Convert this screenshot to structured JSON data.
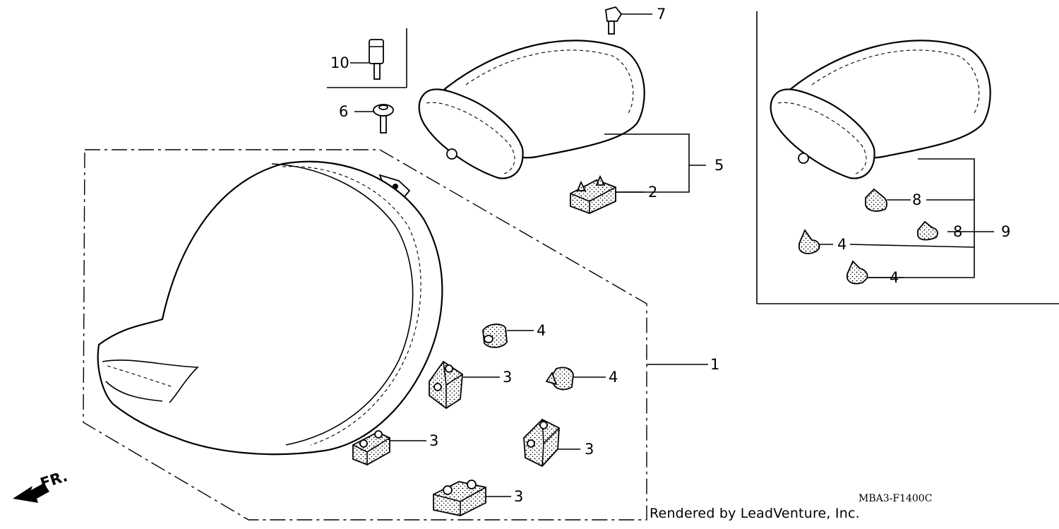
{
  "diagram": {
    "code": "MBA3-F1400C",
    "credit": "Rendered by LeadVenture, Inc.",
    "front_marker": "FR.",
    "callouts": [
      {
        "id": "seat",
        "label": "1"
      },
      {
        "id": "pillion-rubber",
        "label": "2"
      },
      {
        "id": "cushion-a",
        "label": "3"
      },
      {
        "id": "cushion-b",
        "label": "3"
      },
      {
        "id": "cushion-c",
        "label": "3"
      },
      {
        "id": "cushion-d",
        "label": "3"
      },
      {
        "id": "rubber-a",
        "label": "4"
      },
      {
        "id": "rubber-b",
        "label": "4"
      },
      {
        "id": "rubber-c",
        "label": "4"
      },
      {
        "id": "rubber-d",
        "label": "4"
      },
      {
        "id": "pillion-assy",
        "label": "5"
      },
      {
        "id": "collar-bolt",
        "label": "6"
      },
      {
        "id": "flange-bolt",
        "label": "7"
      },
      {
        "id": "rubber-e",
        "label": "8"
      },
      {
        "id": "rubber-f",
        "label": "8"
      },
      {
        "id": "pillion-assy-alt",
        "label": "9"
      },
      {
        "id": "special-bolt",
        "label": "10"
      }
    ]
  }
}
